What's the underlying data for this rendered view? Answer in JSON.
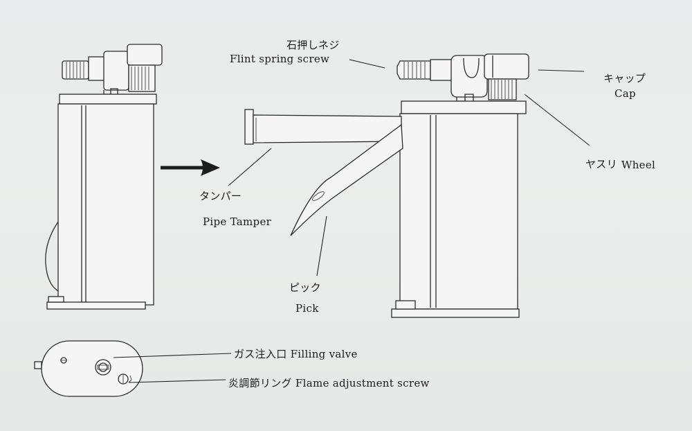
{
  "labels": {
    "flint_spring_screw_jp": "石押しネジ",
    "flint_spring_screw_en": "Flint spring screw",
    "cap_jp": "キャップ",
    "cap_en": "Cap",
    "wheel_jp": "ヤスリ",
    "wheel_en": "Wheel",
    "pipe_tamper_jp": "タンパー",
    "pipe_tamper_en": "Pipe Tamper",
    "pick_jp": "ピック",
    "pick_en": "Pick",
    "filling_valve_jp": "ガス注入口",
    "filling_valve_en": "Filling valve",
    "flame_adjust_jp": "炎調節リング",
    "flame_adjust_en": "Flame adjustment screw"
  },
  "colors": {
    "paper": "#eaeceb",
    "ink": "#2a2a2a"
  }
}
